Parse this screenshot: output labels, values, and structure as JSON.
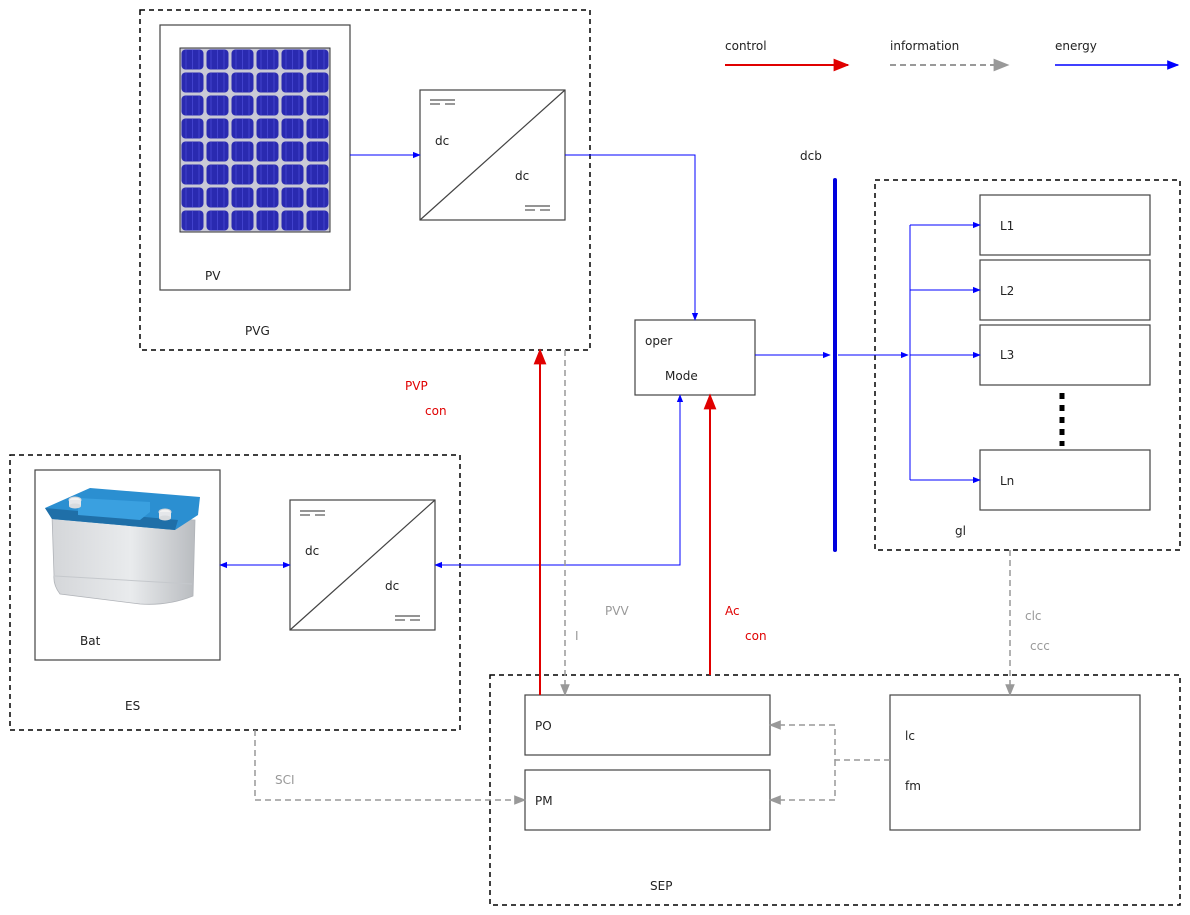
{
  "colors": {
    "control": "#e00000",
    "information": "#999999",
    "energy": "#0000ff",
    "bus": "#0000dd",
    "frame": "#444444",
    "text": "#222222"
  },
  "legend": {
    "control": "control",
    "information": "information",
    "energy": "energy"
  },
  "pvg": {
    "group_label": "PVG",
    "panel_label": "PV",
    "converter_top": "dc",
    "converter_bottom": "dc"
  },
  "es": {
    "group_label": "ES",
    "battery_label": "Bat",
    "converter_top": "dc",
    "converter_bottom": "dc"
  },
  "mode": {
    "line1": "oper",
    "line2": "Mode"
  },
  "bus": {
    "label": "dcb"
  },
  "loads": {
    "group_label": "gl",
    "items": [
      "L1",
      "L2",
      "L3",
      "Ln"
    ]
  },
  "sep": {
    "group_label": "SEP",
    "po": "PO",
    "pm": "PM",
    "lc": "lc",
    "fm": "fm"
  },
  "signals": {
    "pvp_con_1": "PVP",
    "pvp_con_2": "con",
    "pvv_1": "PVV",
    "pvv_2": "I",
    "ac_con_1": "Ac",
    "ac_con_2": "con",
    "clc": "clc",
    "ccc": "ccc",
    "sci": "SCI"
  }
}
